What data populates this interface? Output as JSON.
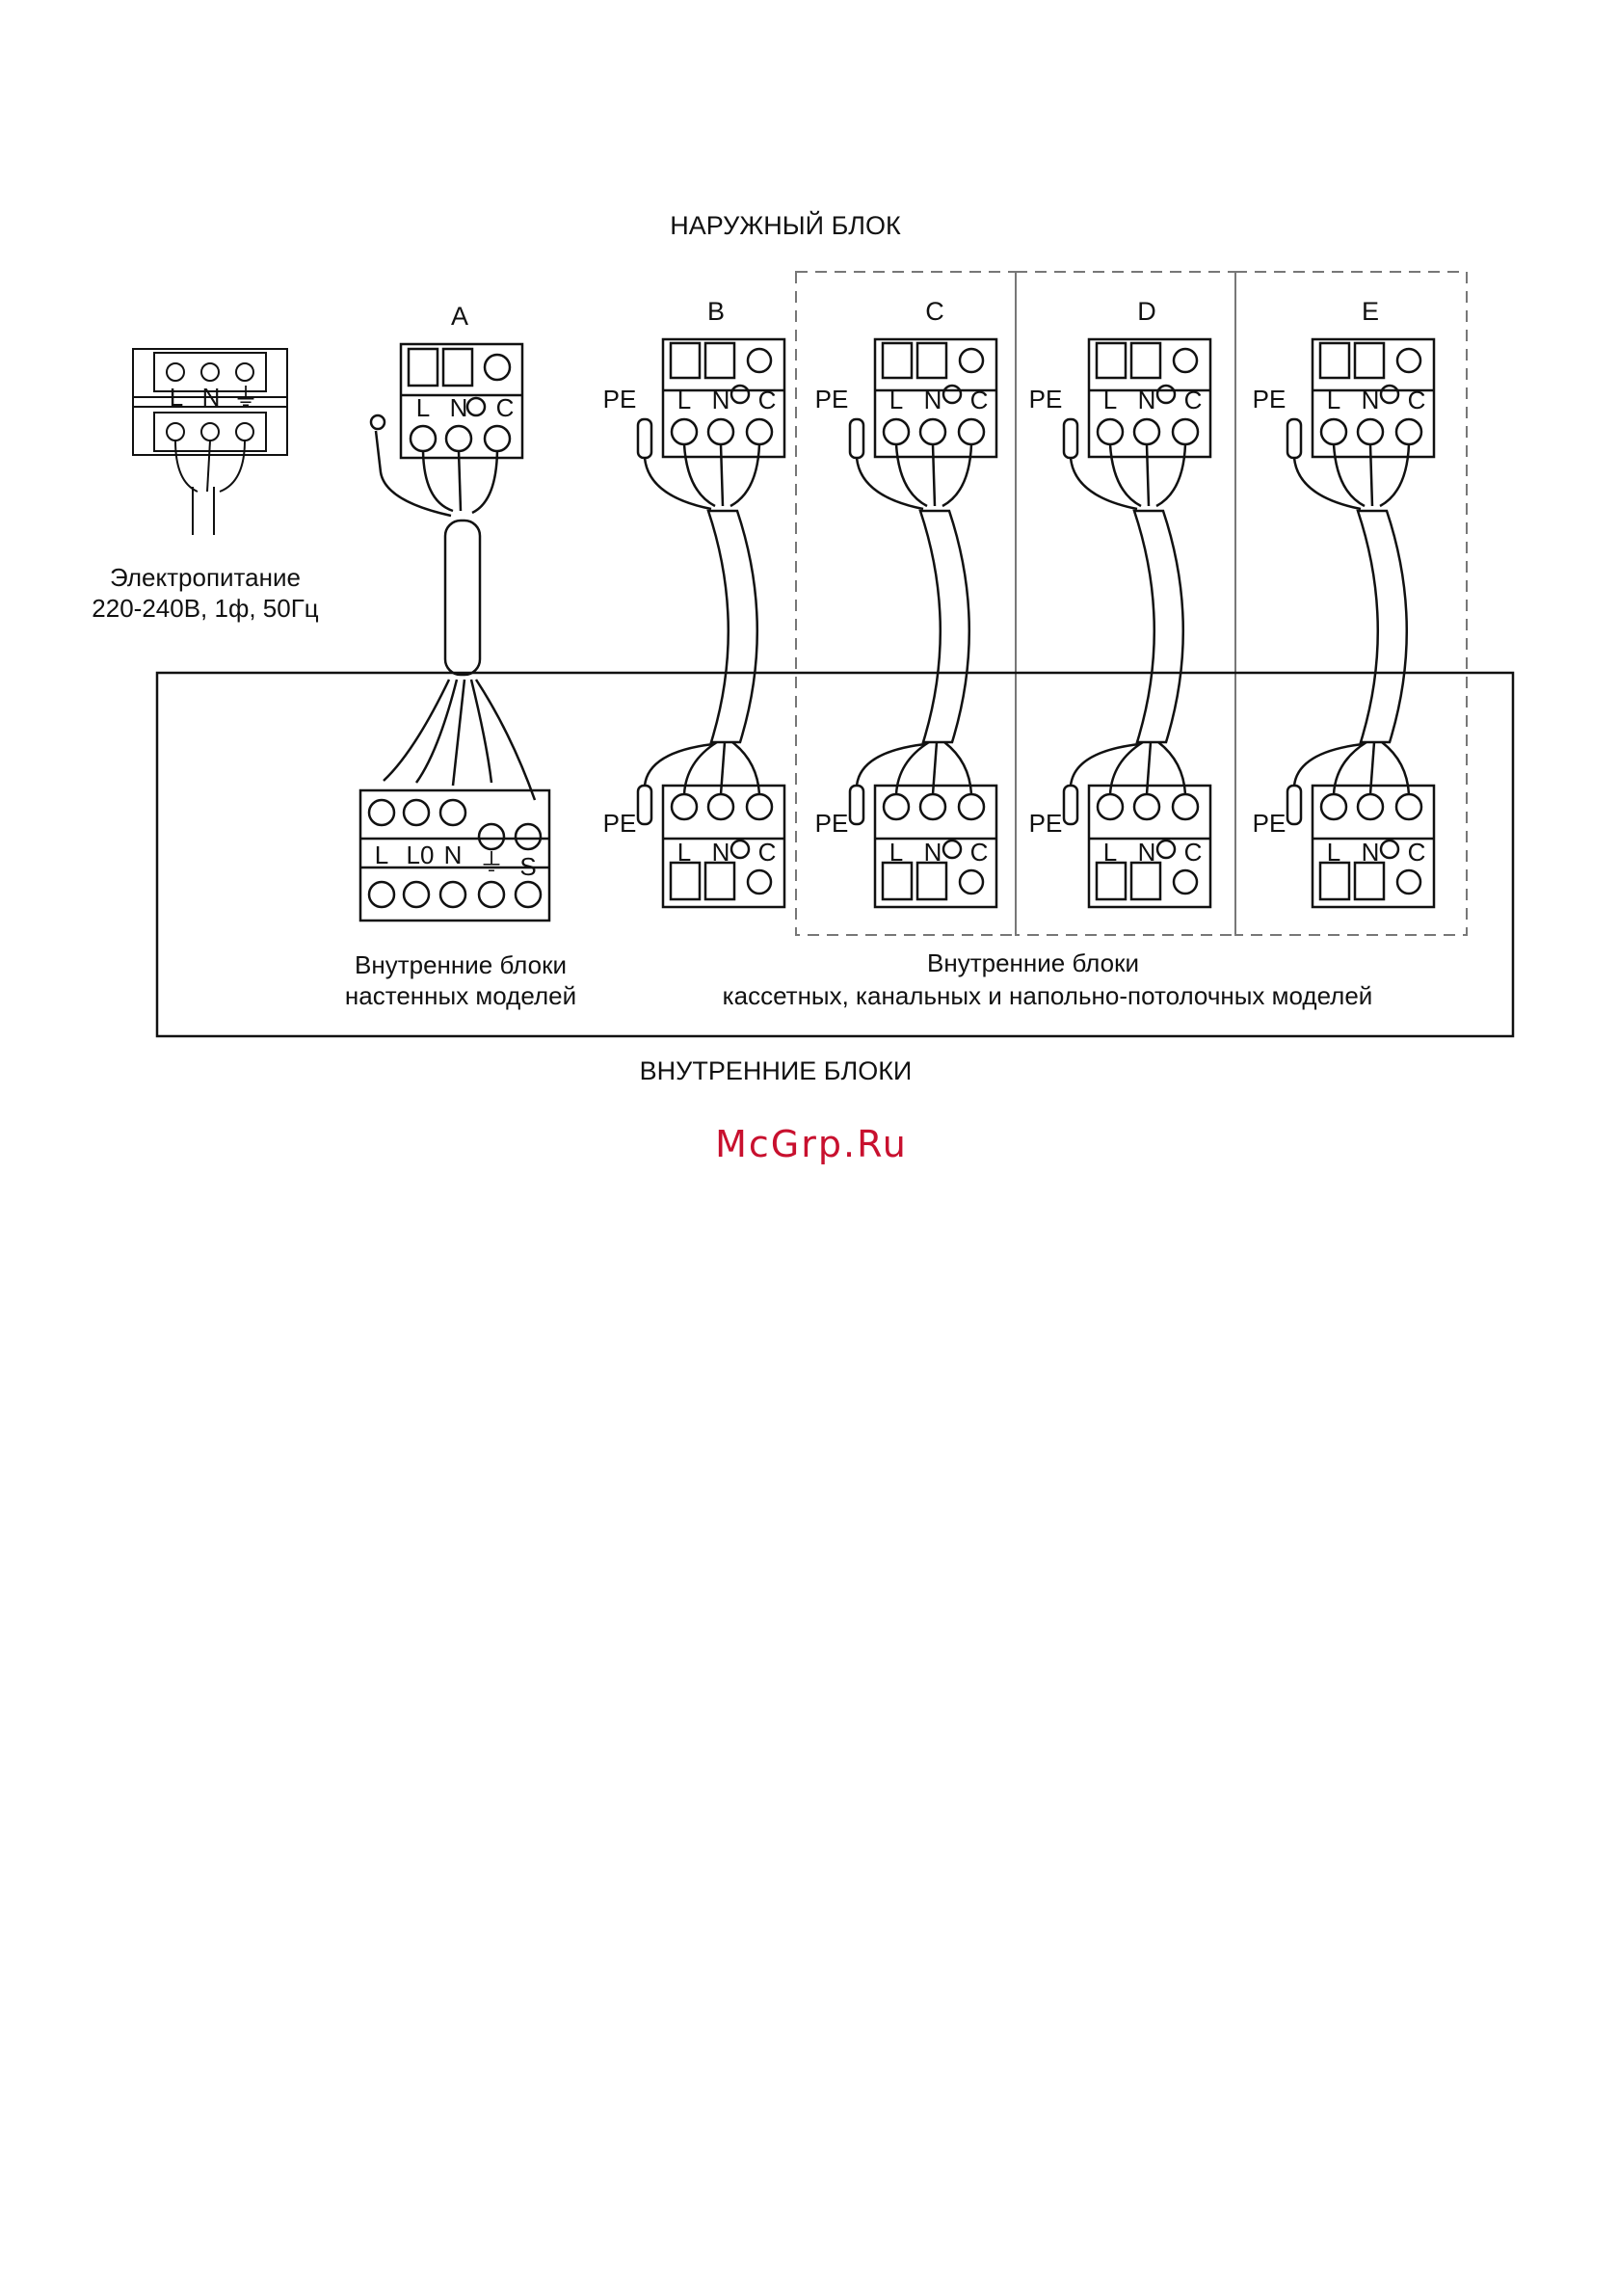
{
  "headings": {
    "outdoor": "НАРУЖНЫЙ БЛОК",
    "indoor": "ВНУТРЕННИЕ БЛОКИ"
  },
  "power_supply": {
    "line1": "Электропитание",
    "line2": "220-240В, 1ф, 50Гц",
    "terminals": [
      "L",
      "N",
      "⏚"
    ]
  },
  "outdoor_units": [
    {
      "id": "A",
      "terminals": [
        "L",
        "N",
        "C"
      ],
      "pe": ""
    },
    {
      "id": "B",
      "terminals": [
        "L",
        "N",
        "C"
      ],
      "pe": "PE"
    },
    {
      "id": "C",
      "terminals": [
        "L",
        "N",
        "C"
      ],
      "pe": "PE"
    },
    {
      "id": "D",
      "terminals": [
        "L",
        "N",
        "C"
      ],
      "pe": "PE"
    },
    {
      "id": "E",
      "terminals": [
        "L",
        "N",
        "C"
      ],
      "pe": "PE"
    }
  ],
  "indoor_wall": {
    "terminals": [
      "L",
      "L0",
      "N",
      "⏚",
      "S"
    ],
    "caption_line1": "Внутренние блоки",
    "caption_line2": "настенных моделей"
  },
  "indoor_other": {
    "terminals": [
      "L",
      "N",
      "C"
    ],
    "pe": "PE",
    "caption_line1": "Внутренние блоки",
    "caption_line2": "кассетных, канальных и напольно-потолочных моделей"
  },
  "watermark": {
    "text": "McGrp.Ru",
    "color": "#c8102e"
  },
  "colors": {
    "ink": "#111111",
    "dash": "#777777"
  }
}
